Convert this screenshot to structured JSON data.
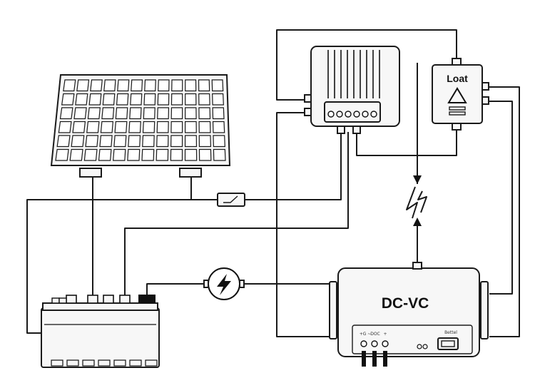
{
  "labels": {
    "load": "Loat",
    "converter": "DC-VC",
    "battery_port": "Bettel",
    "port_codes": [
      "+G ~",
      "DOC",
      "+"
    ]
  },
  "icons": {
    "solar_panel": "solar-panel-icon",
    "warning": "warning-triangle-icon",
    "lightning": "lightning-icon"
  },
  "colors": {
    "line": "#1a1a1a",
    "fill": "#f7f7f7",
    "background": "#ffffff"
  }
}
